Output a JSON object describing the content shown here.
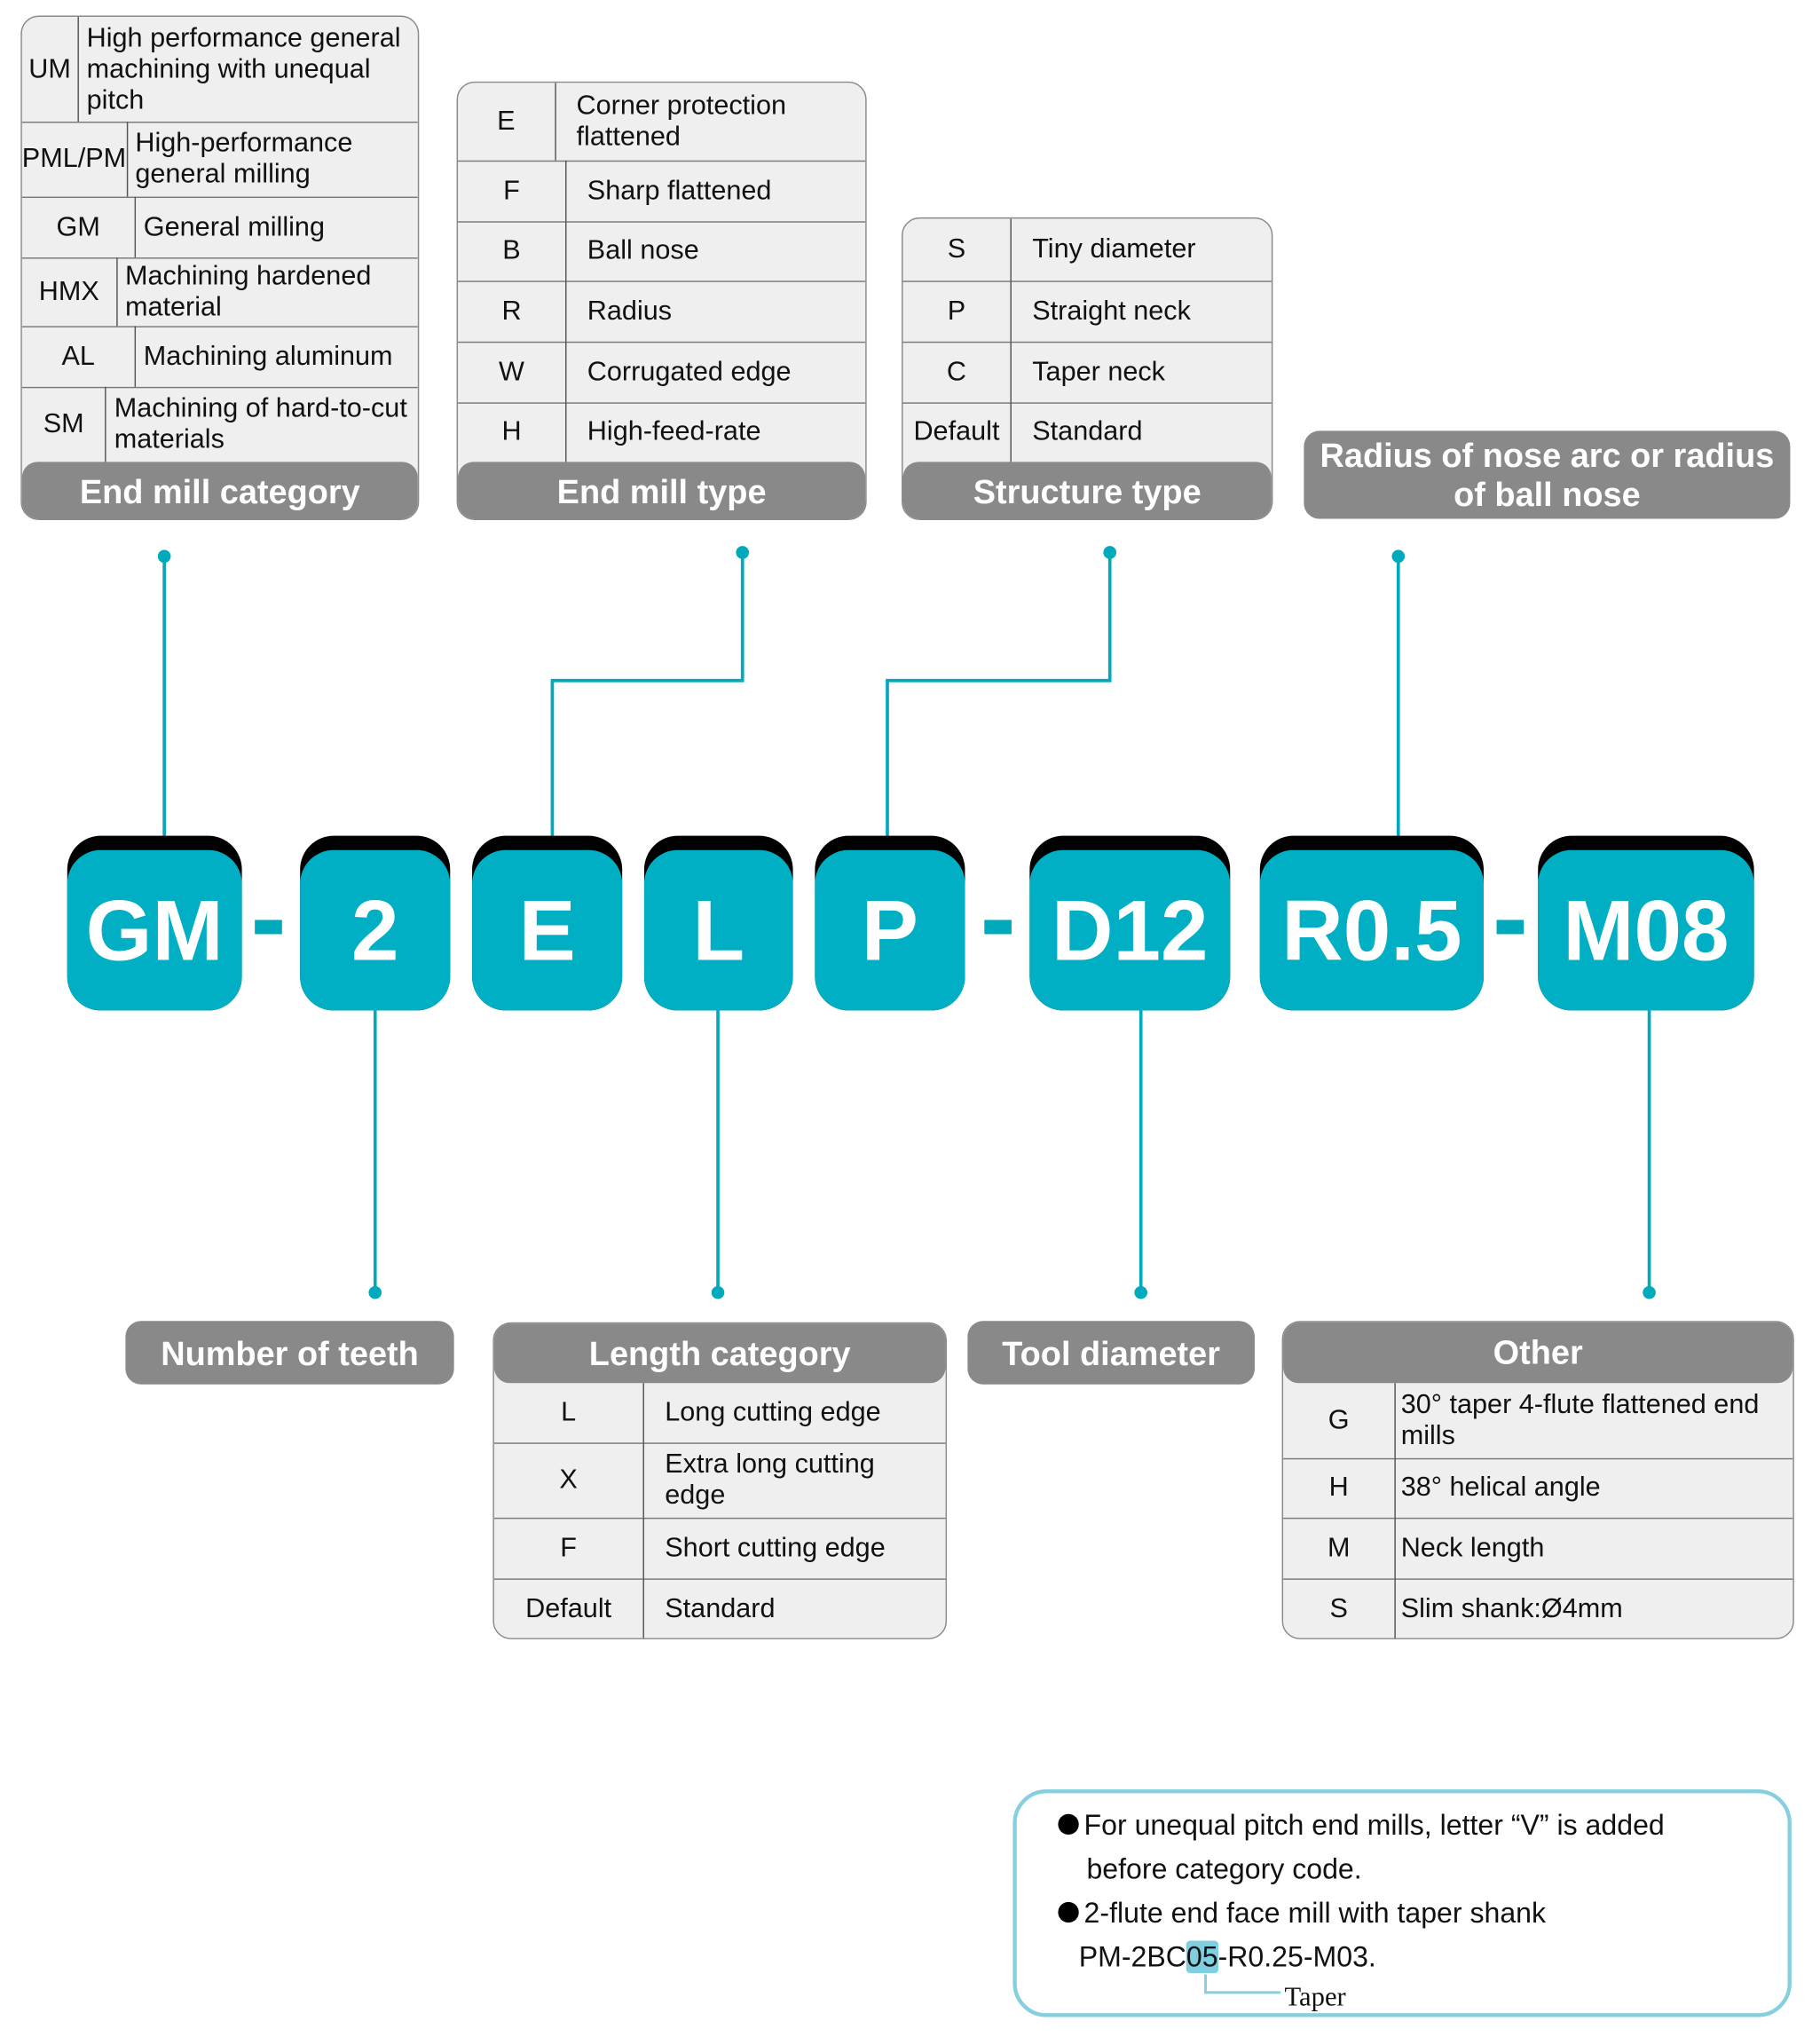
{
  "colors": {
    "accent": "#00afc4",
    "label_bg": "#898989",
    "note_border": "#86cfdf"
  },
  "code_blocks": [
    {
      "text": "GM"
    },
    {
      "text": "2"
    },
    {
      "text": "E"
    },
    {
      "text": "L"
    },
    {
      "text": "P"
    },
    {
      "text": "D12"
    },
    {
      "text": "R0.5"
    },
    {
      "text": "M08"
    }
  ],
  "dash": "-",
  "end_mill_category": {
    "title": "End mill category",
    "rows": [
      {
        "code": "UM",
        "desc": "High performance general machining with unequal pitch"
      },
      {
        "code": "PML/PM",
        "desc": "High-performance general milling"
      },
      {
        "code": "GM",
        "desc": "General milling"
      },
      {
        "code": "HMX",
        "desc": "Machining hardened material"
      },
      {
        "code": "AL",
        "desc": "Machining aluminum"
      },
      {
        "code": "SM",
        "desc": "Machining of hard-to-cut materials"
      }
    ]
  },
  "end_mill_type": {
    "title": "End mill type",
    "rows": [
      {
        "code": "E",
        "desc": "Corner protection flattened"
      },
      {
        "code": "F",
        "desc": "Sharp flattened"
      },
      {
        "code": "B",
        "desc": "Ball nose"
      },
      {
        "code": "R",
        "desc": "Radius"
      },
      {
        "code": "W",
        "desc": "Corrugated edge"
      },
      {
        "code": "H",
        "desc": "High-feed-rate"
      }
    ]
  },
  "structure_type": {
    "title": "Structure type",
    "rows": [
      {
        "code": "S",
        "desc": "Tiny diameter"
      },
      {
        "code": "P",
        "desc": "Straight neck"
      },
      {
        "code": "C",
        "desc": "Taper neck"
      },
      {
        "code": "Default",
        "desc": "Standard"
      }
    ]
  },
  "radius_label": "Radius of nose arc or radius of ball nose",
  "number_of_teeth_label": "Number of teeth",
  "tool_diameter_label": "Tool diameter",
  "length_category": {
    "title": "Length category",
    "rows": [
      {
        "code": "L",
        "desc": "Long cutting edge"
      },
      {
        "code": "X",
        "desc": "Extra long cutting edge"
      },
      {
        "code": "F",
        "desc": "Short cutting edge"
      },
      {
        "code": "Default",
        "desc": "Standard"
      }
    ]
  },
  "other": {
    "title": "Other",
    "rows": [
      {
        "code": "G",
        "desc": "30° taper 4-flute flattened end mills"
      },
      {
        "code": "H",
        "desc": "38° helical angle"
      },
      {
        "code": "M",
        "desc": "Neck length"
      },
      {
        "code": "S",
        "desc": "Slim shank:Ø4mm"
      }
    ]
  },
  "note": {
    "line1": "For unequal pitch end mills, letter “V” is added",
    "line2": "before category code.",
    "line3": "2-flute end face mill with taper shank",
    "example_prefix": "PM-2BC",
    "example_highlight": "05",
    "example_suffix": "-R0.25-M03.",
    "callout": "Taper"
  }
}
